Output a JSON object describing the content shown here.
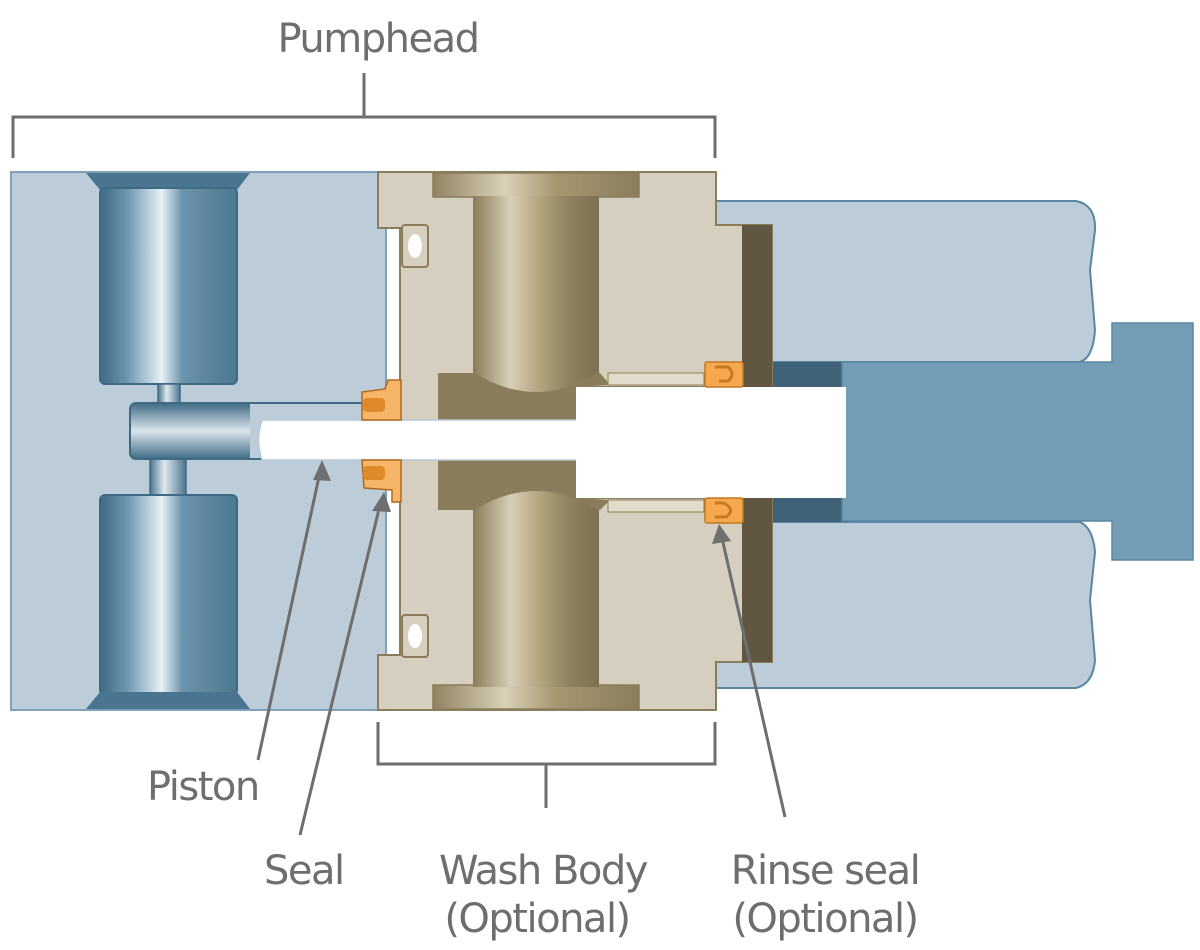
{
  "labels": {
    "pumphead": "Pumphead",
    "piston": "Piston",
    "seal": "Seal",
    "wash_body_line1": "Wash Body",
    "wash_body_line2": "(Optional)",
    "rinse_seal_line1": "Rinse seal",
    "rinse_seal_line2": "(Optional)"
  },
  "colors": {
    "pumphead_body": "#bccdd9",
    "pumphead_outline": "#5a86a3",
    "check_valve": "#4f7a93",
    "wash_body": "#d6cebe",
    "wash_body_dark": "#8a7d5c",
    "wash_body_shadow": "#615641",
    "seal": "#f5a850",
    "seal_dark": "#d9801f",
    "piston": "#ffffff",
    "drive": "#739db5",
    "label_text": "#6d6e70"
  }
}
